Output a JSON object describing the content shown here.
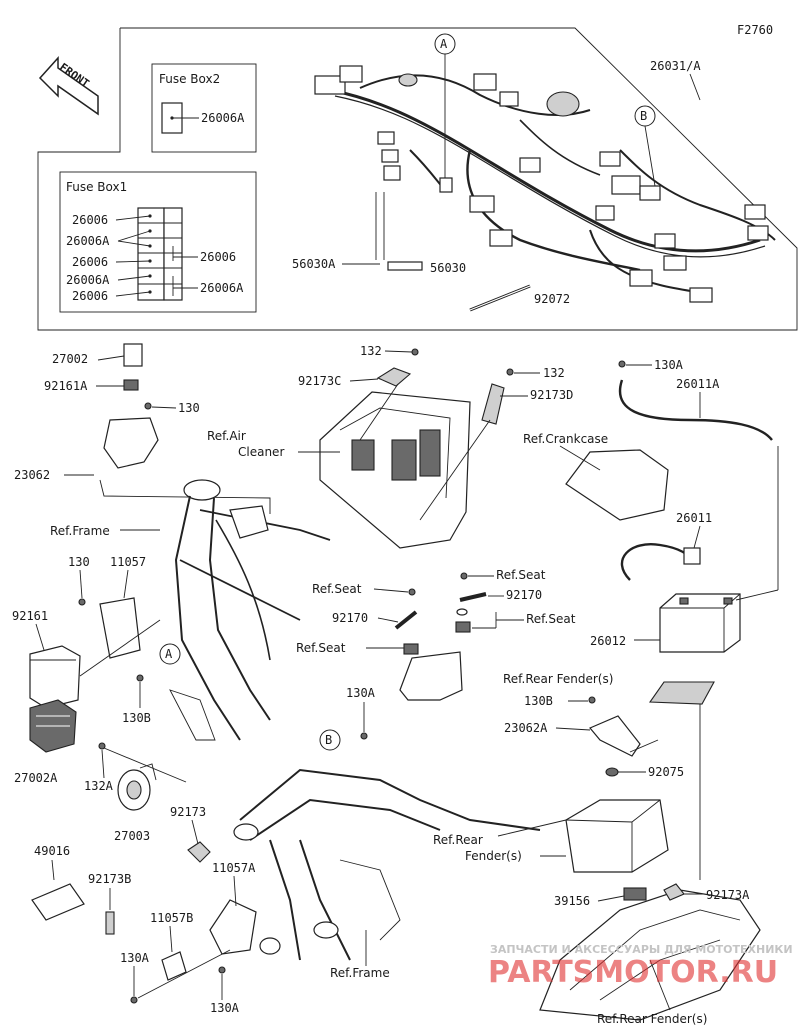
{
  "figure_code": "F2760",
  "front_label": "FRONT",
  "callout_a": "A",
  "callout_b": "B",
  "fuse_box2": {
    "title": "Fuse Box2",
    "fuse": "26006A"
  },
  "fuse_box1": {
    "title": "Fuse Box1",
    "left": [
      "26006",
      "26006A",
      "26006",
      "26006A",
      "26006"
    ],
    "right": [
      "26006",
      "26006A"
    ]
  },
  "parts": {
    "p26031A": "26031/A",
    "p56030A": "56030A",
    "p56030": "56030",
    "p92072": "92072",
    "p27002": "27002",
    "p92161A": "92161A",
    "p130": "130",
    "p23062": "23062",
    "p132_top": "132",
    "p92173C": "92173C",
    "p132_mid": "132",
    "p92173D": "92173D",
    "p130A_top": "130A",
    "p26011A": "26011A",
    "p130_left": "130",
    "p11057": "11057",
    "p92161": "92161",
    "p130B_left": "130B",
    "p27002A": "27002A",
    "p132A": "132A",
    "p27003": "27003",
    "p92173": "92173",
    "p92170_a": "92170",
    "p92170_b": "92170",
    "p26011": "26011",
    "p26012": "26012",
    "p130A_mid": "130A",
    "p130B_right": "130B",
    "p23062A": "23062A",
    "p92075": "92075",
    "p11057A": "11057A",
    "p49016": "49016",
    "p92173B": "92173B",
    "p11057B": "11057B",
    "p130A_bl": "130A",
    "p130A_bc": "130A",
    "p39156": "39156",
    "p92173A": "92173A"
  },
  "refs": {
    "air1": "Ref.Air",
    "air2": "Cleaner",
    "crankcase": "Ref.Crankcase",
    "frame_top": "Ref.Frame",
    "seat1": "Ref.Seat",
    "seat2": "Ref.Seat",
    "seat3": "Ref.Seat",
    "seat4": "Ref.Seat",
    "rear_fender_top": "Ref.Rear Fender(s)",
    "rear_fender_mid1": "Ref.Rear",
    "rear_fender_mid2": "Fender(s)",
    "frame_bottom": "Ref.Frame",
    "rear_fender_bottom": "Ref.Rear Fender(s)"
  },
  "watermark": {
    "line1": "ЗАПЧАСТИ И АКСЕССУАРЫ ДЛЯ МОТОТЕХНИКИ",
    "brand": "PARTSMOTOR.RU"
  },
  "colors": {
    "ink": "#1a1a1a",
    "watermark_red": "#e03030",
    "watermark_grey": "#c4c4c4"
  }
}
